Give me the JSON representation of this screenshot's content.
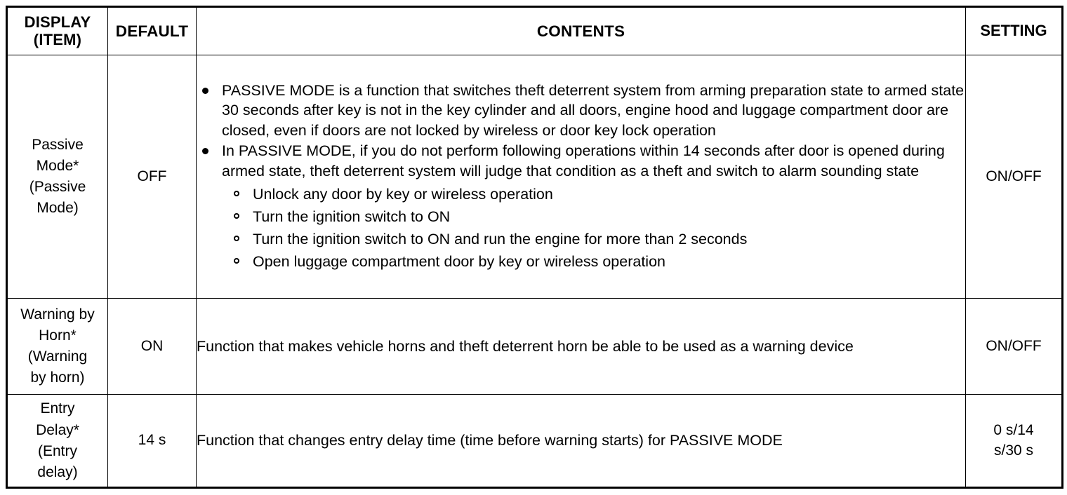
{
  "table": {
    "headers": {
      "display_line1": "DISPLAY",
      "display_line2": "(ITEM)",
      "default": "DEFAULT",
      "contents": "CONTENTS",
      "setting": "SETTING"
    },
    "rows": [
      {
        "display_lines": [
          "Passive",
          "Mode*",
          "(Passive",
          "Mode)"
        ],
        "default": "OFF",
        "setting": "ON/OFF",
        "contents": {
          "bullets": [
            "PASSIVE MODE is a function that switches theft deterrent system from arming preparation state to armed state 30 seconds after key is not in the key cylinder and all doors, engine hood and luggage compartment door are closed, even if doors are not locked by wireless or door key lock operation",
            "In PASSIVE MODE, if you do not perform following operations within 14 seconds after door is opened during armed state, theft deterrent system will judge that condition as a theft and switch to alarm sounding state"
          ],
          "sub_bullets": [
            "Unlock any door by key or wireless operation",
            "Turn the ignition switch to ON",
            "Turn the ignition switch to ON and run the engine for more than 2 seconds",
            "Open luggage compartment door by key or wireless operation"
          ]
        }
      },
      {
        "display_lines": [
          "Warning by",
          "Horn*",
          "(Warning",
          "by horn)"
        ],
        "default": "ON",
        "setting": "ON/OFF",
        "contents": {
          "paragraph": "Function that makes vehicle horns and theft deterrent horn be able to be used as a warning device"
        }
      },
      {
        "display_lines": [
          "Entry",
          "Delay*",
          "(Entry",
          "delay)"
        ],
        "default": "14 s",
        "setting_lines": [
          "0 s/14",
          "s/30 s"
        ],
        "contents": {
          "paragraph": "Function that changes entry delay time (time before warning starts) for PASSIVE MODE"
        }
      }
    ]
  },
  "colors": {
    "border": "#000000",
    "text": "#000000",
    "background": "#ffffff"
  }
}
